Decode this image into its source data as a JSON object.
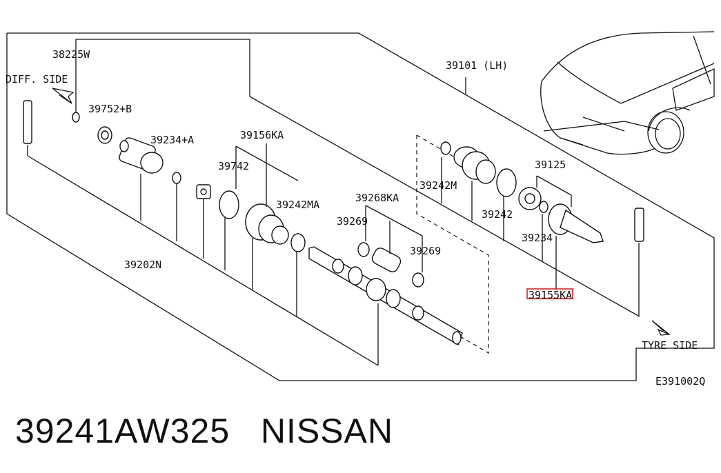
{
  "diagram": {
    "labels": {
      "p38225w": "38225W",
      "diff_side": "DIFF. SIDE",
      "p39752b": "39752+B",
      "p39234a": "39234+A",
      "p39156ka": "39156KA",
      "p39742": "39742",
      "p39242ma": "39242MA",
      "p39268ka": "39268KA",
      "p39269_top": "39269",
      "p39269_bottom": "39269",
      "p39202n": "39202N",
      "p39101": "39101 (LH)",
      "p39242m": "39242M",
      "p39125": "39125",
      "p39242": "39242",
      "p39234": "39234",
      "p39155ka": "39155KA",
      "tyre_side": "TYRE SIDE",
      "ref_code": "E391002Q"
    },
    "highlight_color": "#e02020"
  },
  "caption": {
    "part_number": "39241AW325",
    "brand": "NISSAN"
  }
}
